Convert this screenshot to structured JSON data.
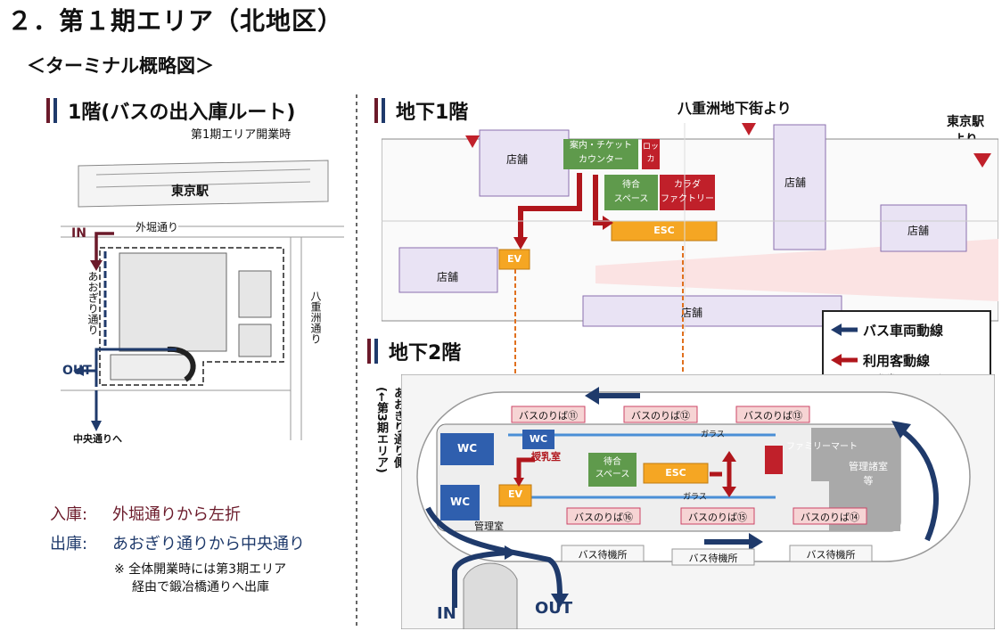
{
  "header": {
    "title": "２．第１期エリア（北地区）",
    "subtitle": "＜ターミナル概略図＞"
  },
  "floor1": {
    "title": "1階(バスの出入庫ルート)",
    "subnote": "第1期エリア開業時",
    "labels": {
      "tokyo_station": "東京駅",
      "sotobori": "外堀通り",
      "in": "IN",
      "out": "OUT",
      "aogiri": "あおぎり通り",
      "yaesu": "八重洲通り",
      "chuo": "中央通りへ"
    }
  },
  "notes": {
    "entry_label": "入庫:",
    "entry_text": "外堀通りから左折",
    "exit_label": "出庫:",
    "exit_text": "あおぎり通りから中央通り",
    "remark_line1": "※ 全体開業時には第3期エリア",
    "remark_line2": "経由で鍛冶橋通りへ出庫"
  },
  "b1": {
    "title": "地下1階",
    "yaesu_chika": "八重洲地下街より",
    "tokyo_station_line1": "東京駅",
    "tokyo_station_line2": "より",
    "shop": "店舗",
    "info_line1": "案内・チケット",
    "info_line2": "カウンター",
    "locker_line1": "ロッ",
    "locker_line2": "カ",
    "waiting_line1": "待合",
    "waiting_line2": "スペース",
    "karada_line1": "カラダ",
    "karada_line2": "ファクトリー",
    "esc": "ESC",
    "ev": "EV"
  },
  "b2": {
    "title": "地下2階",
    "side_line1": "あおぎり通り側",
    "side_line2": "(←第3期エリア)",
    "platforms_top": [
      "バスのりば⑪",
      "バスのりば⑫",
      "バスのりば⑬"
    ],
    "platforms_bottom": [
      "バスのりば⑯",
      "バスのりば⑮",
      "バスのりば⑭"
    ],
    "wc": "WC",
    "nursing": "授乳室",
    "glass": "ガラス",
    "familymart": "ファミリーマート",
    "mgmt_line1": "管理諸室",
    "mgmt_line2": "等",
    "kanri": "管理室",
    "waiting_line1": "待合",
    "waiting_line2": "スペース",
    "esc": "ESC",
    "ev": "EV",
    "bus_wait": "バス待機所",
    "in": "IN",
    "out": "OUT"
  },
  "legend": {
    "bus": "バス車両動線",
    "passenger": "利用客動線",
    "passenger_sub": "(発券→のりば)"
  },
  "colors": {
    "bus_route": "#1f3a6b",
    "passenger_route": "#b0161c",
    "accent_red": "#c0202a",
    "shop_fill": "#e9e3f4",
    "green": "#5f9a4c",
    "orange": "#f5a623",
    "platform_fill": "#f6d4d4",
    "wc_blue": "#2f5fae"
  }
}
